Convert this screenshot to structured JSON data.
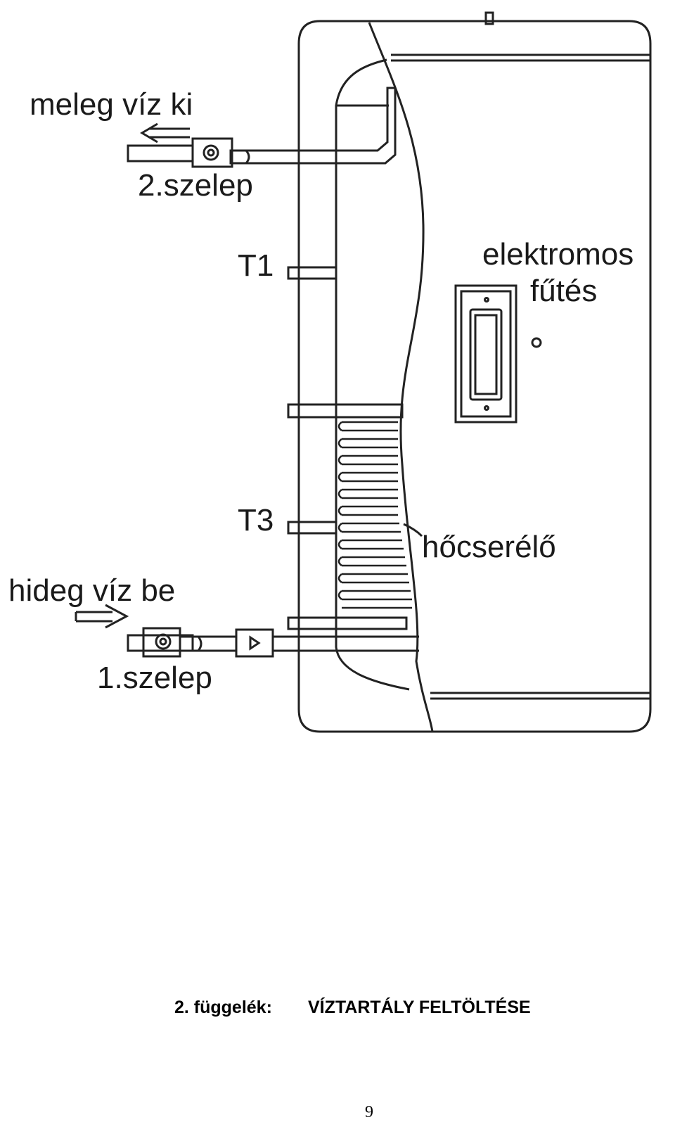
{
  "diagram": {
    "labels": {
      "hot_out": "meleg víz ki",
      "valve2": "2.szelep",
      "t1": "T1",
      "electric_l1": "elektromos",
      "electric_l2": "fűtés",
      "t3": "T3",
      "exchanger": "hőcserélő",
      "cold_in": "hideg víz be",
      "valve1": "1.szelep"
    }
  },
  "caption": {
    "prefix": "2. függelék:",
    "title": "VÍZTARTÁLY  FELTÖLTÉSE"
  },
  "page_number": "9",
  "colors": {
    "line": "#222222",
    "background": "#ffffff"
  }
}
